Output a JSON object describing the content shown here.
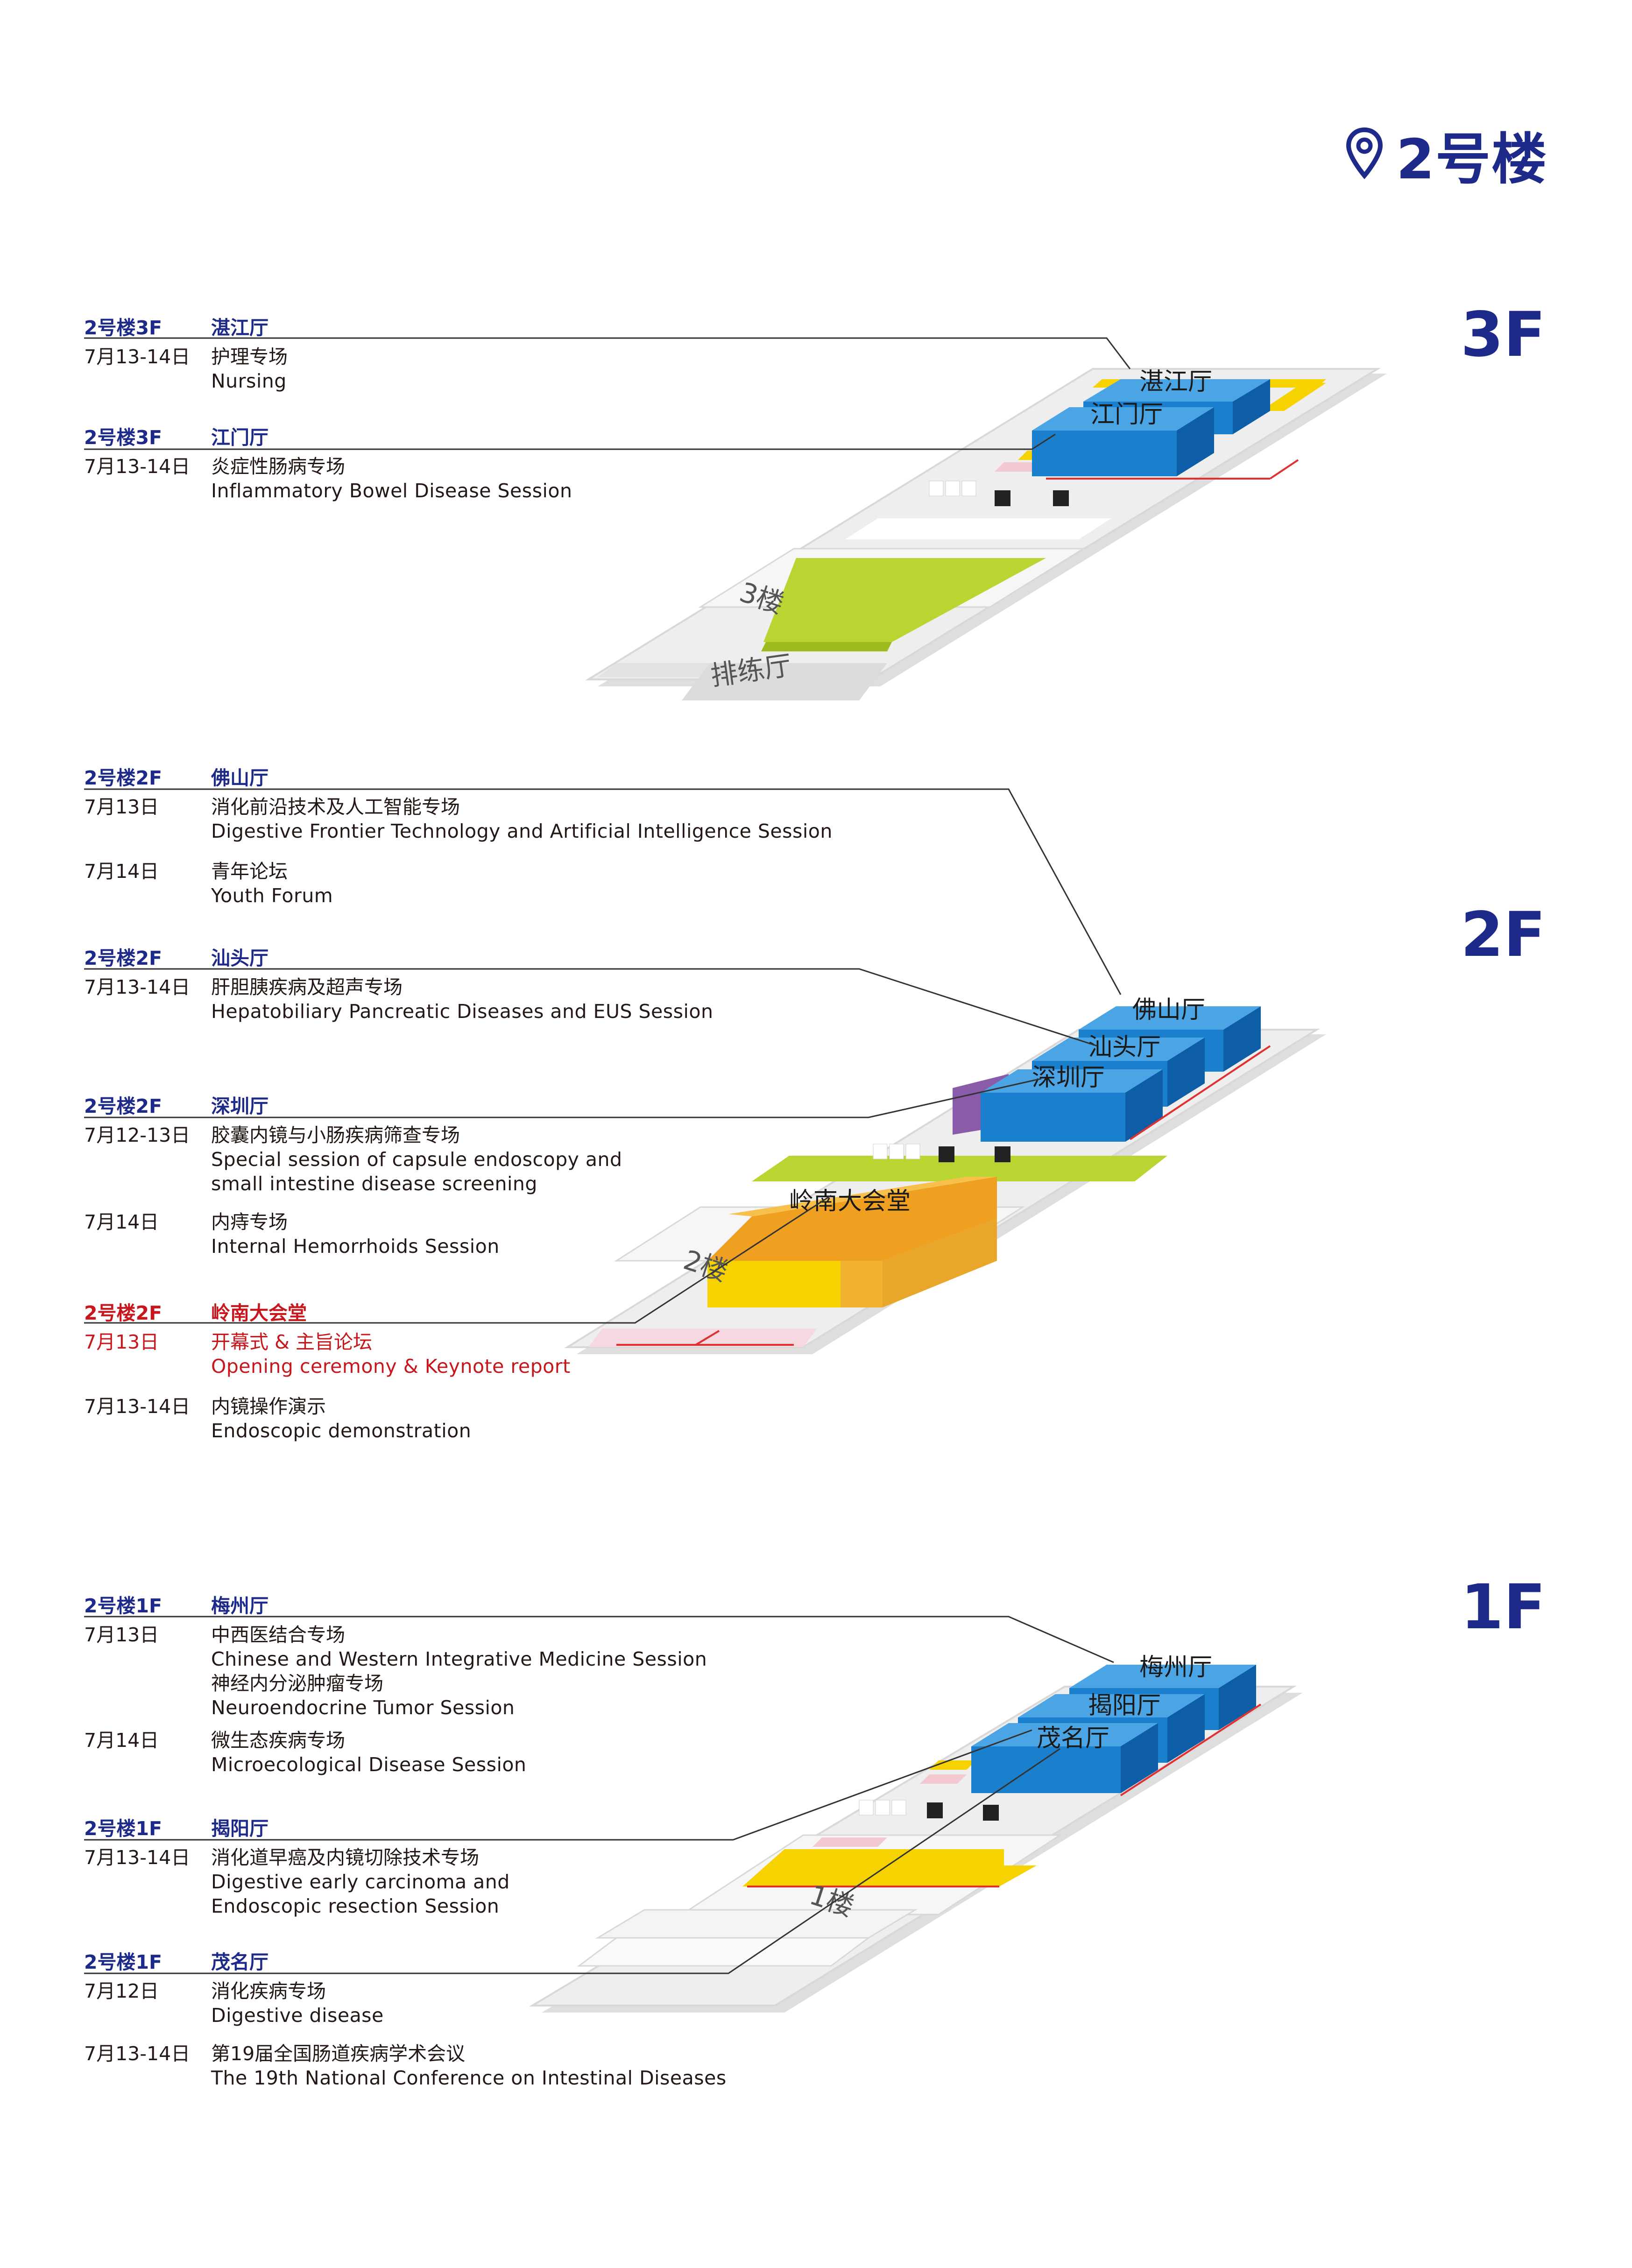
{
  "building": {
    "title": "2号楼",
    "icon": "location-pin-icon",
    "color": "#1d2a8a"
  },
  "colors": {
    "navy": "#1d2a8a",
    "red": "#c8161d",
    "blue": "#1a7fcc",
    "orange": "#f0a020",
    "yellow": "#f6d200",
    "lime": "#b9d531",
    "purple": "#8a5ba8",
    "pink": "#f4c8d0"
  },
  "floors": {
    "f3": {
      "label": "3F",
      "halls": [
        {
          "tag": "2号楼3F",
          "name": "湛江厅",
          "sessions": [
            {
              "date": "7月13-14日",
              "cn": "护理专场",
              "en": [
                "Nursing"
              ]
            }
          ]
        },
        {
          "tag": "2号楼3F",
          "name": "江门厅",
          "sessions": [
            {
              "date": "7月13-14日",
              "cn": "炎症性肠病专场",
              "en": [
                "Inflammatory Bowel Disease Session"
              ]
            }
          ]
        }
      ],
      "map": {
        "hall_a": "湛江厅",
        "hall_b": "江门厅",
        "area_floor": "3楼",
        "area_rehearsal": "排练厅"
      }
    },
    "f2": {
      "label": "2F",
      "halls": [
        {
          "tag": "2号楼2F",
          "name": "佛山厅",
          "sessions": [
            {
              "date": "7月13日",
              "cn": "消化前沿技术及人工智能专场",
              "en": [
                "Digestive Frontier Technology and Artificial Intelligence Session"
              ]
            },
            {
              "date": "7月14日",
              "cn": "青年论坛",
              "en": [
                "Youth Forum"
              ]
            }
          ]
        },
        {
          "tag": "2号楼2F",
          "name": "汕头厅",
          "sessions": [
            {
              "date": "7月13-14日",
              "cn": "肝胆胰疾病及超声专场",
              "en": [
                "Hepatobiliary Pancreatic Diseases and EUS Session"
              ]
            }
          ]
        },
        {
          "tag": "2号楼2F",
          "name": "深圳厅",
          "sessions": [
            {
              "date": "7月12-13日",
              "cn": "胶囊内镜与小肠疾病筛查专场",
              "en": [
                "Special session of capsule endoscopy and",
                "small intestine disease screening"
              ]
            },
            {
              "date": "7月14日",
              "cn": "内痔专场",
              "en": [
                "Internal Hemorrhoids Session"
              ]
            }
          ]
        },
        {
          "tag": "2号楼2F",
          "name": "岭南大会堂",
          "sessions": [
            {
              "date": "7月13日",
              "cn": "开幕式 & 主旨论坛",
              "en": [
                "Opening ceremony & Keynote report"
              ],
              "highlight": true
            },
            {
              "date": "7月13-14日",
              "cn": "内镜操作演示",
              "en": [
                "Endoscopic demonstration"
              ]
            }
          ]
        }
      ],
      "map": {
        "hall_a": "佛山厅",
        "hall_b": "汕头厅",
        "hall_c": "深圳厅",
        "hall_main": "岭南大会堂",
        "area_floor": "2楼"
      }
    },
    "f1": {
      "label": "1F",
      "halls": [
        {
          "tag": "2号楼1F",
          "name": "梅州厅",
          "sessions": [
            {
              "date": "7月13日",
              "cn": "中西医结合专场",
              "en": [
                "Chinese and Western Integrative Medicine Session"
              ]
            },
            {
              "date": "",
              "cn": "神经内分泌肿瘤专场",
              "en": [
                "Neuroendocrine Tumor Session"
              ]
            },
            {
              "date": "7月14日",
              "cn": "微生态疾病专场",
              "en": [
                "Microecological Disease Session"
              ]
            }
          ]
        },
        {
          "tag": "2号楼1F",
          "name": "揭阳厅",
          "sessions": [
            {
              "date": "7月13-14日",
              "cn": "消化道早癌及内镜切除技术专场",
              "en": [
                "Digestive early carcinoma and",
                "Endoscopic resection Session"
              ]
            }
          ]
        },
        {
          "tag": "2号楼1F",
          "name": "茂名厅",
          "sessions": [
            {
              "date": "7月12日",
              "cn": "消化疾病专场",
              "en": [
                "Digestive disease"
              ]
            },
            {
              "date": "7月13-14日",
              "cn": "第19届全国肠道疾病学术会议",
              "en": [
                "The 19th National Conference on Intestinal Diseases"
              ]
            }
          ]
        }
      ],
      "map": {
        "hall_a": "梅州厅",
        "hall_b": "揭阳厅",
        "hall_c": "茂名厅",
        "area_floor": "1楼"
      }
    }
  }
}
